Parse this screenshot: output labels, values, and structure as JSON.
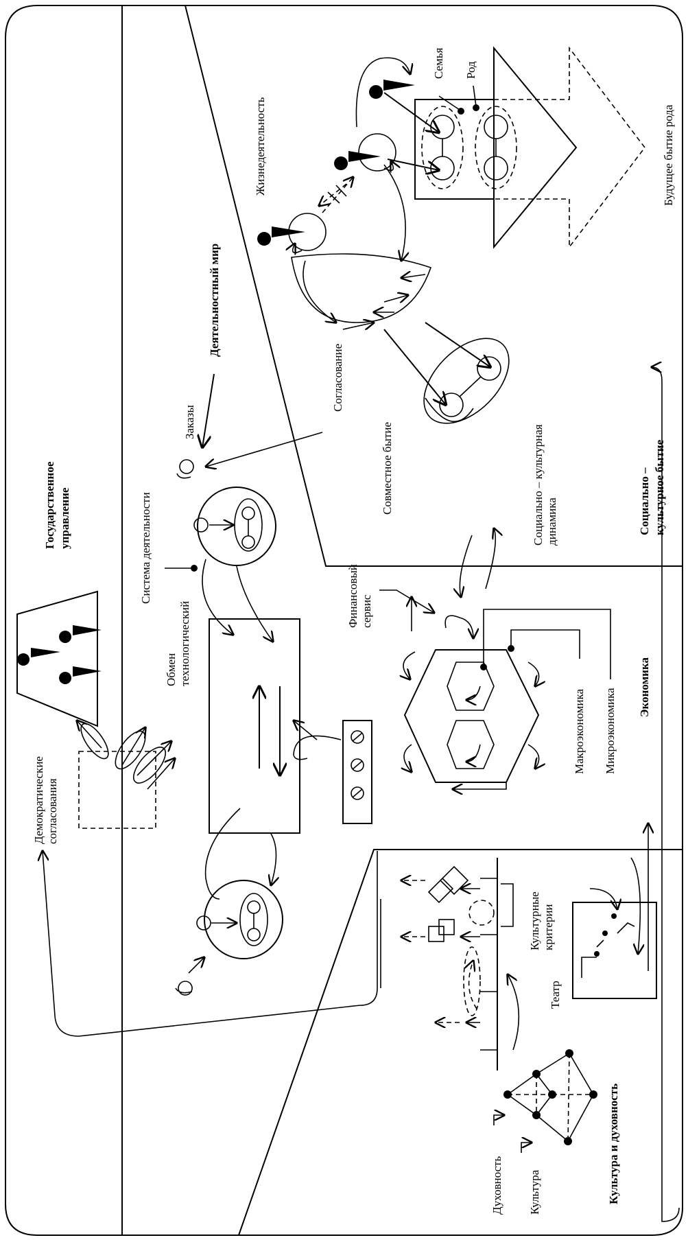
{
  "labels": {
    "gov_control": [
      "Государственное",
      "управление"
    ],
    "activity_world": "Деятельностный мир",
    "life_activity": "Жизнедеятельность",
    "family": "Семья",
    "kin": "Род",
    "future_kin": "Будущее бытие рода",
    "coordination": "Согласование",
    "joint_being": "Совместное бытие",
    "socio_cultural_dynamics": [
      "Социально – культурная",
      "динамика"
    ],
    "socio_cultural_being": [
      "Социально –",
      "культурное бытие"
    ],
    "orders": "Заказы",
    "activity_system": "Система деятельности",
    "financial_service": [
      "Финансовый",
      "сервис"
    ],
    "macroeconomics": "Макроэкономика",
    "microeconomics": "Микроэкономика",
    "economy": "Экономика",
    "tech_exchange": [
      "Обмен",
      "технологический"
    ],
    "democratic_coordination": [
      "Демократические",
      "согласования"
    ],
    "cultural_criteria": [
      "Культурные",
      "критерии"
    ],
    "theater": "Театр",
    "spirituality": "Духовность",
    "culture": "Культура",
    "culture_and_spirituality": "Культура и духовность"
  }
}
